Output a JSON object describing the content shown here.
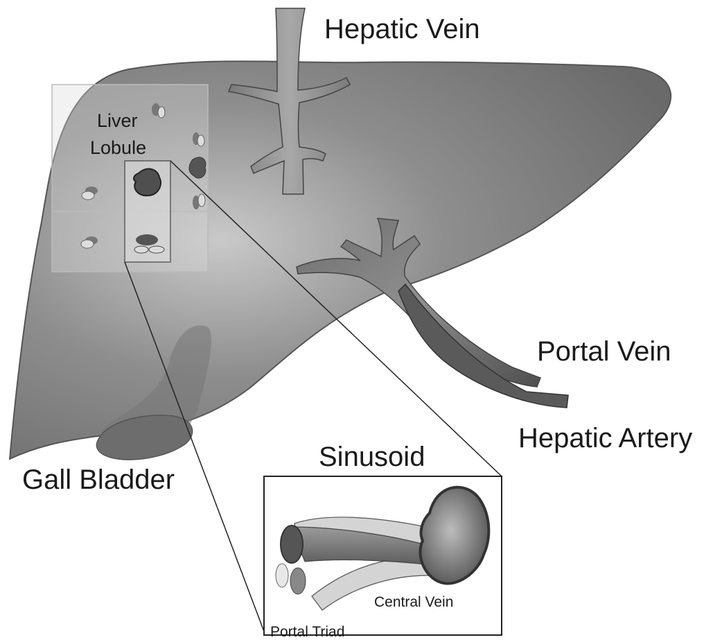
{
  "labels": {
    "hepatic_vein": "Hepatic Vein",
    "liver_lobule_line1": "Liver",
    "liver_lobule_line2": "Lobule",
    "portal_vein": "Portal Vein",
    "hepatic_artery": "Hepatic Artery",
    "gall_bladder": "Gall Bladder",
    "sinusoid": "Sinusoid",
    "central_vein": "Central Vein",
    "portal_triad": "Portal Triad"
  }
}
